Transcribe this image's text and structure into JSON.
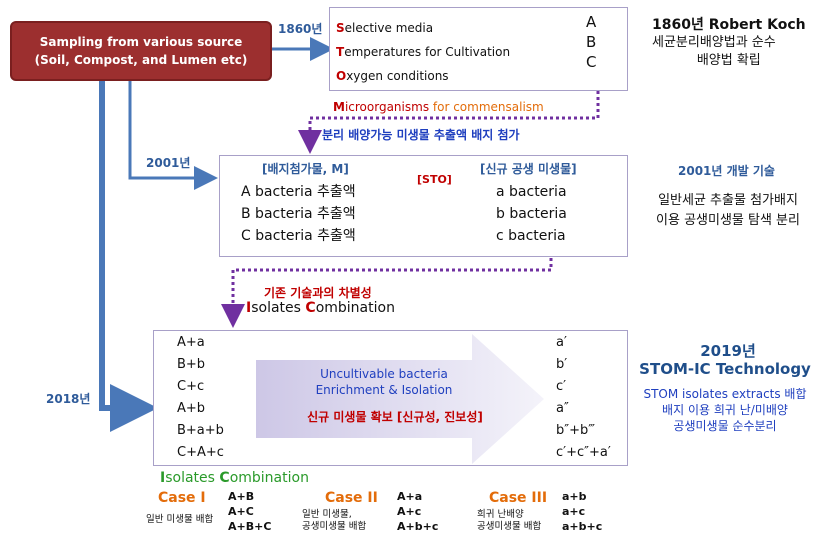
{
  "source_box": {
    "line1": "Sampling from various source",
    "line2": "(Soil, Compost, and Lumen etc)"
  },
  "years": {
    "y1860": "1860년",
    "y2001": "2001년",
    "y2018": "2018년"
  },
  "box1860": {
    "items": [
      {
        "initial": "S",
        "rest": "elective media"
      },
      {
        "initial": "T",
        "rest": "emperatures for Cultivation"
      },
      {
        "initial": "O",
        "rest": "xygen conditions"
      }
    ],
    "results": [
      "A",
      "B",
      "C"
    ]
  },
  "right1860": {
    "title": "1860년 Robert Koch",
    "line1": "세균분리배양법과 순수",
    "line2": "배양법 확립"
  },
  "microorganisms": {
    "initial": "M",
    "rest1": "icroorganisms",
    "rest2": " for commensalism"
  },
  "add_note": "분리 배양가능 미생물 추출액 배지 첨가",
  "box2001": {
    "left_header": "[배지첨가물, M]",
    "right_header": "[신규 공생 미생물]",
    "sto": "[STO]",
    "left_items": [
      "A bacteria 추출액",
      "B bacteria 추출액",
      "C bacteria 추출액"
    ],
    "right_items": [
      "a bacteria",
      "b bacteria",
      "c bacteria"
    ]
  },
  "right2001": {
    "title": "2001년 개발 기술",
    "line1": "일반세균 추출물 첨가배지",
    "line2": "이용 공생미생물 탐색 분리"
  },
  "diff": {
    "title": "기존 기술과의 차별성",
    "ic_i": "I",
    "ic_rest1": "solates ",
    "ic_c": "C",
    "ic_rest2": "ombination"
  },
  "box2018": {
    "left_items": [
      "A+a",
      "B+b",
      "C+c",
      "A+b",
      "B+a+b",
      "C+A+c"
    ],
    "arrow_line1": "Uncultivable bacteria",
    "arrow_line2": "Enrichment & Isolation",
    "arrow_red": "신규 미생물 확보 [신규성, 진보성]",
    "right_items": [
      "a′",
      "b′",
      "c′",
      "a″",
      "b″+b‴",
      "c′+c″+a′"
    ]
  },
  "right2018": {
    "year": "2019년",
    "tech": "STOM-IC Technology",
    "line1": "STOM isolates  extracts 배합",
    "line2": "배지 이용 희귀 난/미배양",
    "line3": "공생미생물 순수분리"
  },
  "ic_bottom": {
    "i": "I",
    "rest1": "solates ",
    "c": "C",
    "rest2": "ombination"
  },
  "cases": [
    {
      "title": "Case I",
      "desc": [
        "일반 미생물 배합"
      ],
      "combos": [
        "A+B",
        "A+C",
        "A+B+C"
      ]
    },
    {
      "title": "Case II",
      "desc": [
        "일반 미생물,",
        "공생미생물 배합"
      ],
      "combos": [
        "A+a",
        "A+c",
        "A+b+c"
      ]
    },
    {
      "title": "Case III",
      "desc": [
        "희귀 난배양",
        "공생미생물 배합"
      ],
      "combos": [
        "a+b",
        "a+c",
        "a+b+c"
      ]
    }
  ],
  "colors": {
    "source_red": "#9c2f2f",
    "connector_blue": "#4a78b8",
    "dotted_purple": "#7030a0",
    "box_border": "#a8a0c8",
    "year_blue": "#2f5b9a"
  }
}
